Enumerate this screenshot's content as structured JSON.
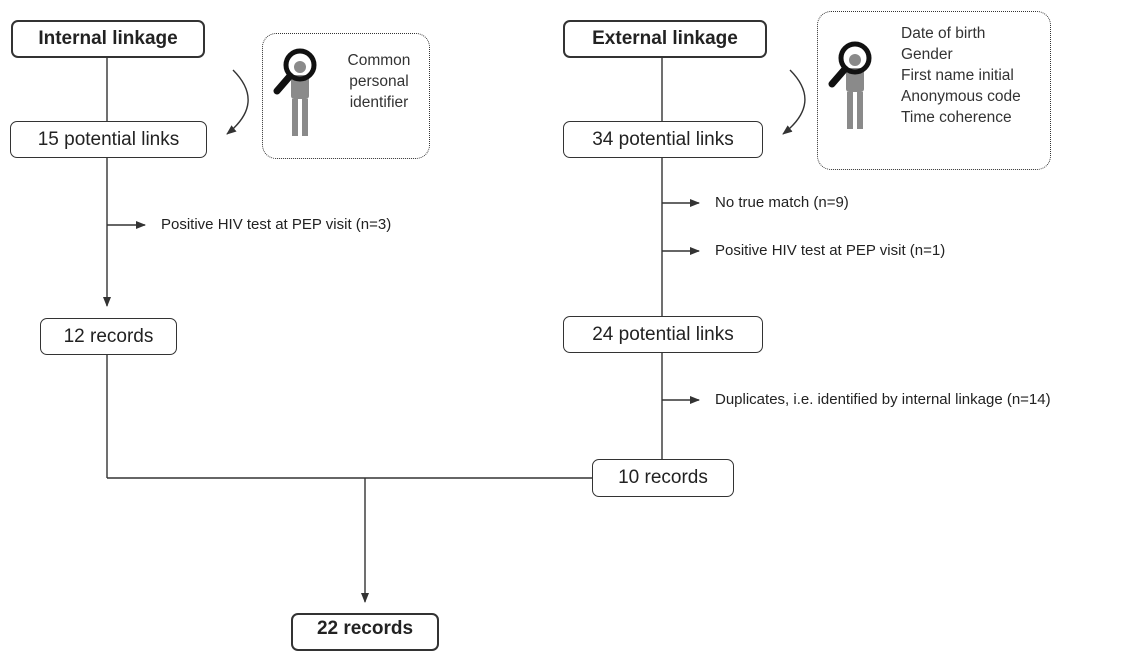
{
  "internal": {
    "title": "Internal linkage",
    "identifier_lines": [
      "Common",
      "personal",
      "identifier"
    ],
    "potential_links": "15 potential links",
    "exclusion": "Positive HIV test at PEP visit (n=3)",
    "records": "12 records"
  },
  "external": {
    "title": "External linkage",
    "identifier_lines": [
      "Date of birth",
      "Gender",
      "First name initial",
      "Anonymous code",
      "Time coherence"
    ],
    "potential_links": "34 potential links",
    "exclusion_1": "No true match (n=9)",
    "exclusion_2": "Positive HIV test at PEP visit (n=1)",
    "potential_links_2": "24 potential links",
    "exclusion_3": "Duplicates, i.e. identified by internal linkage (n=14)",
    "records": "10 records"
  },
  "final": {
    "records": "22 records"
  },
  "icons": {
    "person": "person-with-magnifier-icon"
  },
  "colors": {
    "line": "#333333",
    "icon": "#8a8a8a"
  }
}
